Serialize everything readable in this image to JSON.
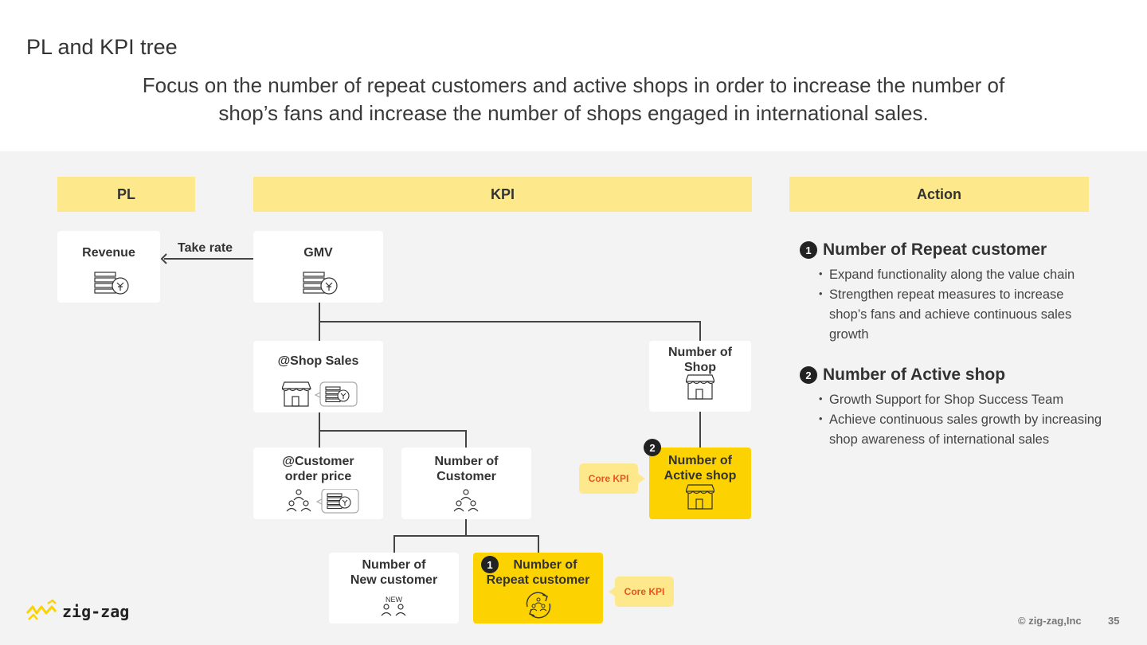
{
  "page": {
    "title": "PL and KPI tree",
    "subtitle_line1": "Focus on the number of repeat customers and active shops in order to increase the number of",
    "subtitle_line2": "shop’s fans and increase the number of shops engaged in international sales."
  },
  "headers": {
    "pl": "PL",
    "kpi": "KPI",
    "action": "Action"
  },
  "tree": {
    "revenue": "Revenue",
    "take_rate": "Take rate",
    "gmv": "GMV",
    "shop_sales": "@Shop Sales",
    "number_of_shop_l1": "Number of",
    "number_of_shop_l2": "Shop",
    "customer_order_price_l1": "@Customer",
    "customer_order_price_l2": "order price",
    "number_of_customer_l1": "Number of",
    "number_of_customer_l2": "Customer",
    "active_shop_l1": "Number of",
    "active_shop_l2": "Active shop",
    "new_customer_l1": "Number of",
    "new_customer_l2": "New customer",
    "new_tag": "NEW",
    "repeat_customer_l1": "Number of",
    "repeat_customer_l2": "Repeat customer",
    "core_kpi": "Core KPI",
    "badge_1": "1",
    "badge_2": "2"
  },
  "actions": [
    {
      "num": "1",
      "title": "Number of Repeat customer",
      "items": [
        "Expand functionality along the value chain",
        "Strengthen repeat measures to increase shop’s fans and achieve continuous sales growth"
      ]
    },
    {
      "num": "2",
      "title": "Number of Active shop",
      "items": [
        "Growth Support for Shop Success Team",
        "Achieve continuous sales growth by increasing shop awareness of international sales"
      ]
    }
  ],
  "footer": {
    "logo_text": "zig-zag",
    "copyright": "© zig-zag,Inc",
    "page_number": "35"
  },
  "colors": {
    "header_yellow": "#fde98c",
    "core_yellow": "#fcd200",
    "core_tag_text": "#e8531c",
    "panel_bg": "#f3f3f3"
  }
}
